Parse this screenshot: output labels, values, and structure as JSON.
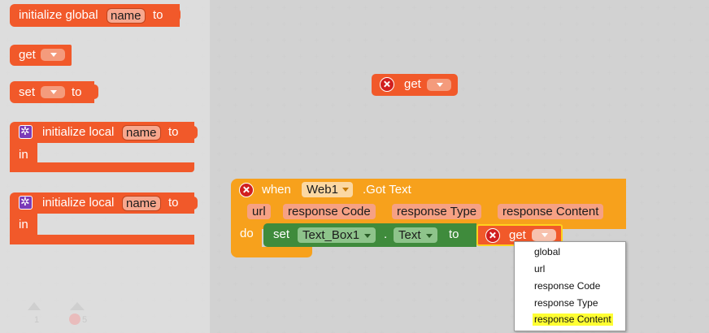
{
  "flyout": {
    "init_global": {
      "label": "initialize global",
      "name": "name",
      "to": "to"
    },
    "get": {
      "label": "get"
    },
    "set": {
      "label": "set",
      "to": "to"
    },
    "init_local_1": {
      "label": "initialize local",
      "name": "name",
      "to": "to",
      "in": "in"
    },
    "init_local_2": {
      "label": "initialize local",
      "name": "name",
      "to": "to",
      "in": "in"
    }
  },
  "canvas": {
    "get_block": {
      "label": "get"
    },
    "event_block": {
      "when": "when",
      "component": "Web1",
      "event": ".Got Text",
      "params": [
        "url",
        "response Code",
        "response Type",
        "response Content"
      ],
      "do": "do",
      "set_label": "set",
      "target_component": "Text_Box1",
      "dot": ".",
      "property": "Text",
      "to": "to",
      "get_label": "get"
    }
  },
  "dropdown_menu": {
    "items": [
      "global",
      "url",
      "response Code",
      "response Type",
      "response Content"
    ],
    "highlighted": "response Content"
  },
  "status": {
    "warnings": "1",
    "errors": "5"
  },
  "colors": {
    "variable_block": "#f1592a",
    "event_block": "#f7a11c",
    "setter_block": "#3f8b3c",
    "error_icon": "#d11f1f",
    "highlight": "#ffff33"
  }
}
